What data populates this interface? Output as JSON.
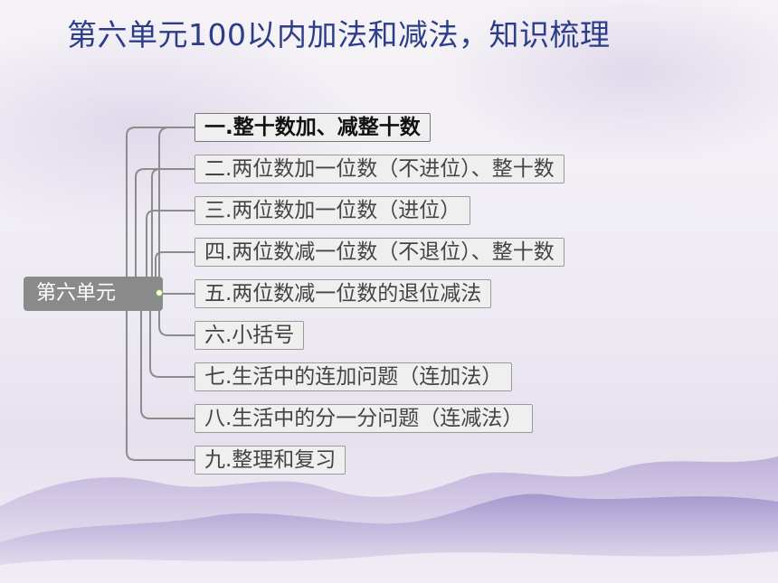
{
  "slide": {
    "title": "第六单元100以内加法和减法，知识梳理"
  },
  "mindmap": {
    "root": "第六单元",
    "items": [
      {
        "label": "一.整十数加、减整十数"
      },
      {
        "label": "二.两位数加一位数（不进位）、整十数"
      },
      {
        "label": "三.两位数加一位数（进位）"
      },
      {
        "label": "四.两位数减一位数（不退位）、整十数"
      },
      {
        "label": "五.两位数减一位数的退位减法"
      },
      {
        "label": "六.小括号"
      },
      {
        "label": "七.生活中的连加问题（连加法）"
      },
      {
        "label": "八.生活中的分一分问题（连减法）"
      },
      {
        "label": "九.整理和复习"
      }
    ]
  },
  "colors": {
    "title": "#2c3e8a",
    "root_bg": "#8a8a8a",
    "line": "#8c8c8c",
    "node_bg": "#efefef"
  }
}
